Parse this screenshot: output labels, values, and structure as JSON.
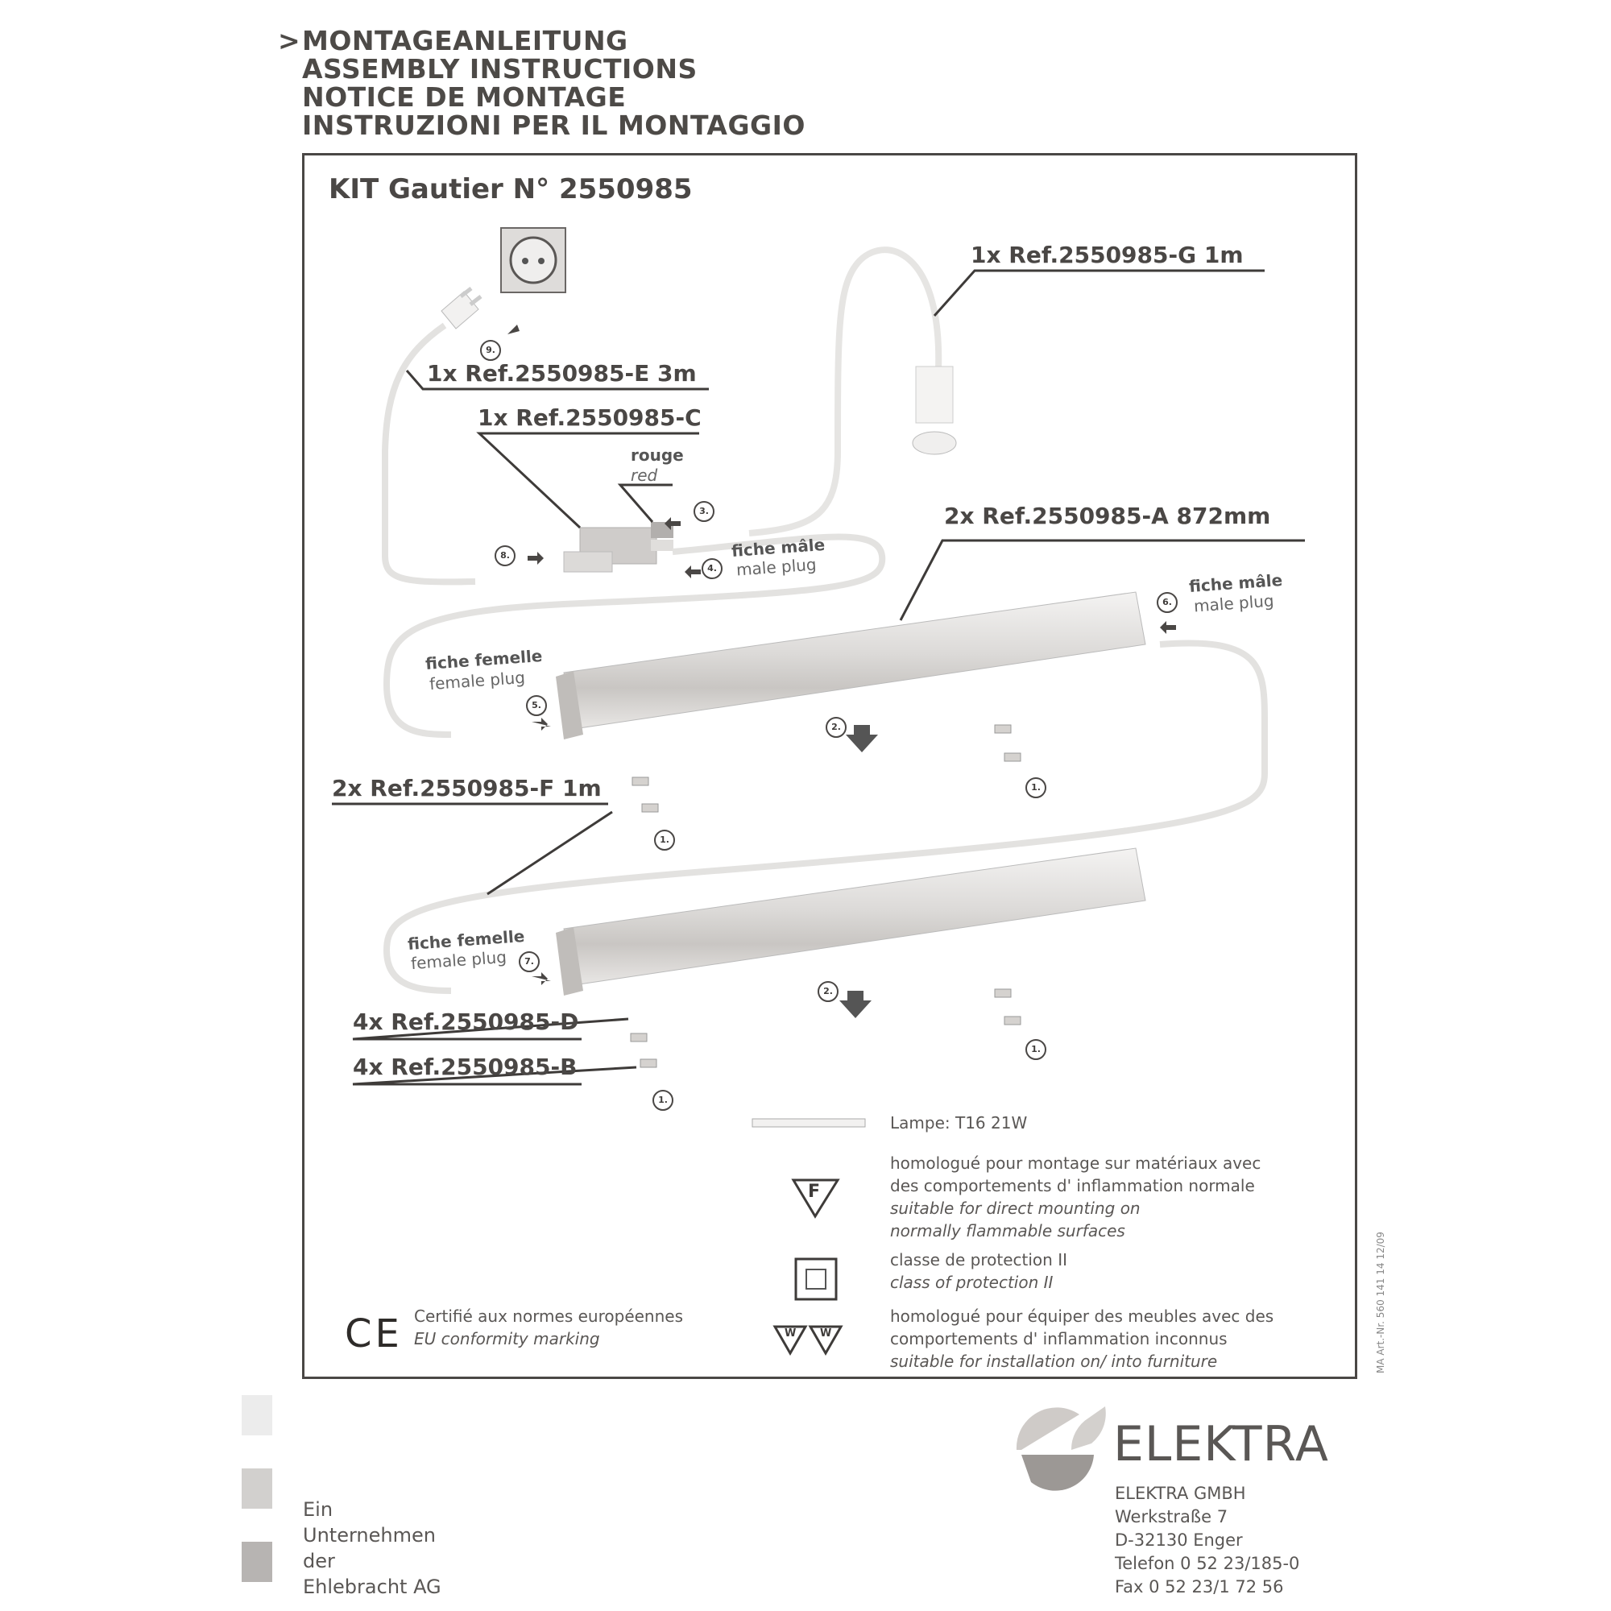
{
  "header": {
    "marker": ">",
    "titles": [
      "MONTAGEANLEITUNG",
      "ASSEMBLY INSTRUCTIONS",
      "NOTICE DE MONTAGE",
      "INSTRUZIONI PER IL MONTAGGIO"
    ]
  },
  "kit": {
    "title": "KIT Gautier N° 2550985"
  },
  "parts": {
    "G": "1x Ref.2550985-G  1m",
    "E": "1x Ref.2550985-E  3m",
    "C": "1x Ref.2550985-C",
    "A": "2x Ref.2550985-A  872mm",
    "F": "2x Ref.2550985-F  1m",
    "D": "4x Ref.2550985-D",
    "B": "4x Ref.2550985-B"
  },
  "labels": {
    "rouge": "rouge",
    "red": "red",
    "fiche_male": "fiche mâle",
    "male_plug": "male plug",
    "fiche_femelle": "fiche femelle",
    "female_plug": "female plug"
  },
  "steps": [
    "1.",
    "2.",
    "3.",
    "4.",
    "5.",
    "6.",
    "7.",
    "8.",
    "9."
  ],
  "legend": {
    "lamp": "Lampe: T16   21W",
    "f_symbol": "F",
    "f_fr_1": "homologué pour montage sur matériaux avec",
    "f_fr_2": "des comportements d' inflammation normale",
    "f_en_1": "suitable for direct mounting on",
    "f_en_2": "normally flammable surfaces",
    "class_fr": "classe de protection II",
    "class_en": "class of protection II",
    "w_symbol": "W",
    "w_fr_1": "homologué pour équiper des meubles avec des",
    "w_fr_2": "comportements d' inflammation inconnus",
    "w_en": "suitable for installation on/ into furniture",
    "ce_symbol": "CE",
    "ce_fr": "Certifié aux normes européennes",
    "ce_en": "EU conformity marking"
  },
  "side_code": "MA Art.-Nr. 560 141 14   12/09",
  "footer": {
    "parent": [
      "Ein",
      "Unternehmen",
      "der",
      "Ehlebracht AG"
    ],
    "brand": "ELEKTRA",
    "address": [
      "ELEKTRA GMBH",
      "Werkstraße 7",
      "D-32130 Enger",
      "Telefon 0 52 23/185-0",
      "Fax 0 52 23/1 72 56"
    ]
  },
  "colors": {
    "ink": "#4a4745",
    "light_gray": "#ececec",
    "mid_gray": "#d2d0ce",
    "dark_gray": "#b7b4b2"
  }
}
